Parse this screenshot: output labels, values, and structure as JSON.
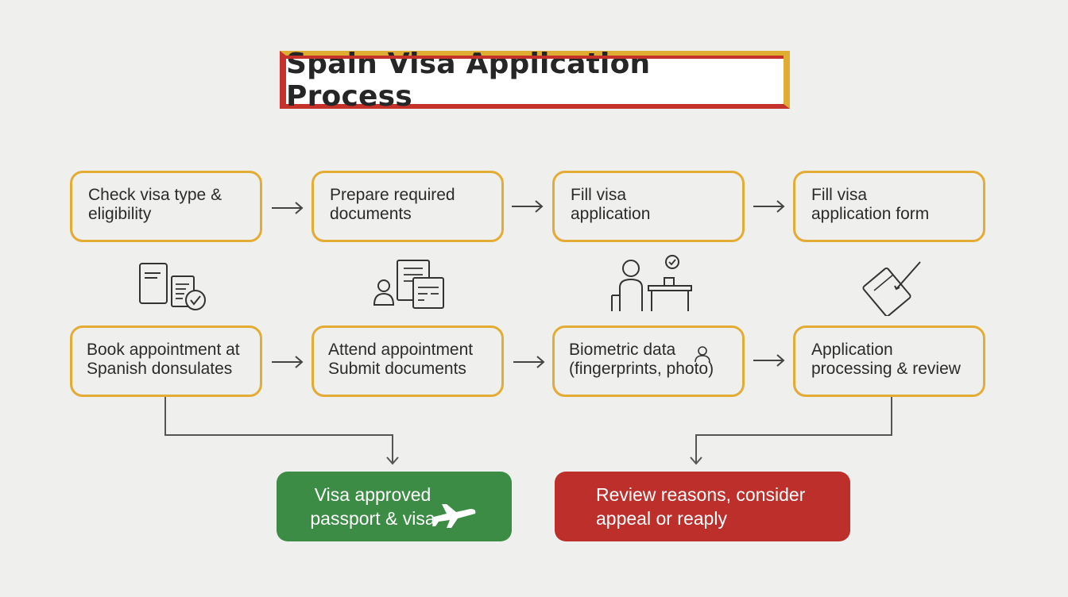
{
  "title": "Spain Visa Application Process",
  "colors": {
    "accent_yellow": "#e3ac34",
    "accent_red": "#c4322b",
    "approved_green": "#3d8c46",
    "rejected_red": "#bc2f2b",
    "background": "#efefee"
  },
  "steps_row1": [
    {
      "label": "Check visa type &\neligibility"
    },
    {
      "label": "Prepare required\ndocuments"
    },
    {
      "label": "Fill visa\napplication"
    },
    {
      "label": "Fill visa\napplication form"
    }
  ],
  "steps_row2": [
    {
      "label": "Book appointment at\nSpanish donsulates"
    },
    {
      "label": "Attend appointment\nSubmit documents"
    },
    {
      "label": "Biometric data\n(fingerprints,  photo)"
    },
    {
      "label": "Application\nprocessing & review"
    }
  ],
  "icons": [
    "documents-check-icon",
    "person-documents-icon",
    "person-at-desk-icon",
    "signing-pen-icon",
    "plane-icon",
    "user-small-icon"
  ],
  "outcomes": {
    "approved": "Visa approved\npassport & visa",
    "rejected": "Review reasons, consider\nappeal or reaply"
  }
}
